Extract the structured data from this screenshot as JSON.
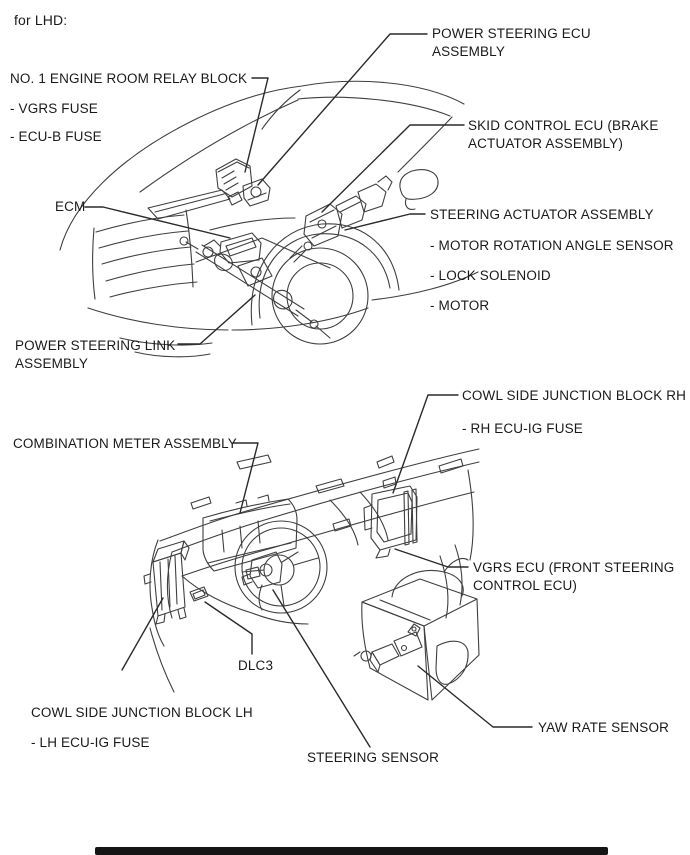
{
  "page": {
    "variant_note": "for LHD:"
  },
  "labels": {
    "relay_block": {
      "title": "NO. 1 ENGINE ROOM RELAY BLOCK",
      "sub1": "- VGRS FUSE",
      "sub2": "- ECU-B FUSE"
    },
    "power_steering_ecu": {
      "line1": "POWER STEERING ECU",
      "line2": "ASSEMBLY"
    },
    "skid_control_ecu": {
      "line1": "SKID CONTROL ECU (BRAKE",
      "line2": "ACTUATOR ASSEMBLY)"
    },
    "ecm": "ECM",
    "steering_actuator": {
      "title": "STEERING ACTUATOR ASSEMBLY",
      "sub1": "- MOTOR ROTATION ANGLE SENSOR",
      "sub2": "- LOCK SOLENOID",
      "sub3": "- MOTOR"
    },
    "power_steering_link": {
      "line1": "POWER STEERING LINK",
      "line2": "ASSEMBLY"
    },
    "cowl_side_junction_block_rh": {
      "title": "COWL SIDE JUNCTION BLOCK RH",
      "sub1": "- RH ECU-IG FUSE"
    },
    "combination_meter": "COMBINATION METER ASSEMBLY",
    "vgrs_ecu": {
      "line1": "VGRS ECU (FRONT STEERING",
      "line2": "CONTROL ECU)"
    },
    "dlc3": "DLC3",
    "cowl_side_junction_block_lh": {
      "title": "COWL SIDE JUNCTION BLOCK LH",
      "sub1": "- LH ECU-IG FUSE"
    },
    "steering_sensor": "STEERING SENSOR",
    "yaw_rate_sensor": "YAW RATE SENSOR"
  },
  "colors": {
    "background": "#ffffff",
    "drawing_line": "#3f3f3f",
    "leader_line": "#2a2a2a",
    "text": "#1a1a1a",
    "footer_bar": "#151515"
  }
}
